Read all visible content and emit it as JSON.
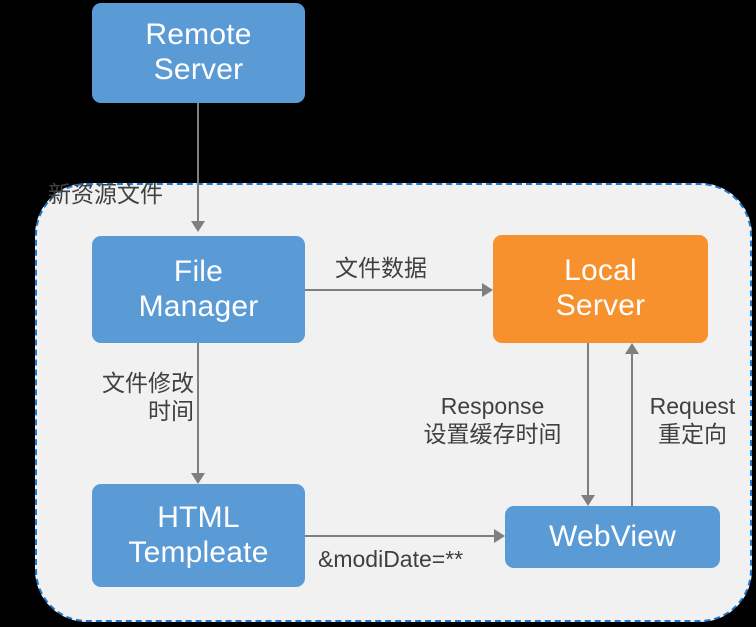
{
  "diagram": {
    "title": "WebView local cache architecture flow",
    "colors": {
      "node_blue": "#5b9bd5",
      "node_orange": "#f6912e",
      "panel_background": "#f1f1f1",
      "panel_border": "#1f7ad4",
      "connector": "#7f7f7f",
      "label_text": "#404040",
      "node_text": "#ffffff",
      "canvas": "#000000"
    },
    "nodes": [
      {
        "id": "remote-server",
        "label": "Remote\nServer",
        "color": "blue"
      },
      {
        "id": "file-manager",
        "label": "File\nManager",
        "color": "blue"
      },
      {
        "id": "local-server",
        "label": "Local\nServer",
        "color": "orange"
      },
      {
        "id": "html-templeate",
        "label": "HTML\nTempleate",
        "color": "blue"
      },
      {
        "id": "webview",
        "label": "WebView",
        "color": "blue"
      }
    ],
    "panel": {
      "label": "client-boundary"
    },
    "edges": [
      {
        "id": "remote-to-file",
        "label": "新资源文件",
        "from": "remote-server",
        "to": "file-manager",
        "direction": "down"
      },
      {
        "id": "file-to-local",
        "label": "文件数据",
        "from": "file-manager",
        "to": "local-server",
        "direction": "right"
      },
      {
        "id": "file-to-html",
        "label": "文件修改\n时间",
        "from": "file-manager",
        "to": "html-templeate",
        "direction": "down"
      },
      {
        "id": "local-to-webview",
        "label": "Response\n设置缓存时间",
        "from": "local-server",
        "to": "webview",
        "direction": "down"
      },
      {
        "id": "webview-to-local",
        "label": "Request\n重定向",
        "from": "webview",
        "to": "local-server",
        "direction": "up"
      },
      {
        "id": "html-to-webview",
        "label": "&modiDate=**",
        "from": "html-templeate",
        "to": "webview",
        "direction": "right"
      }
    ]
  }
}
